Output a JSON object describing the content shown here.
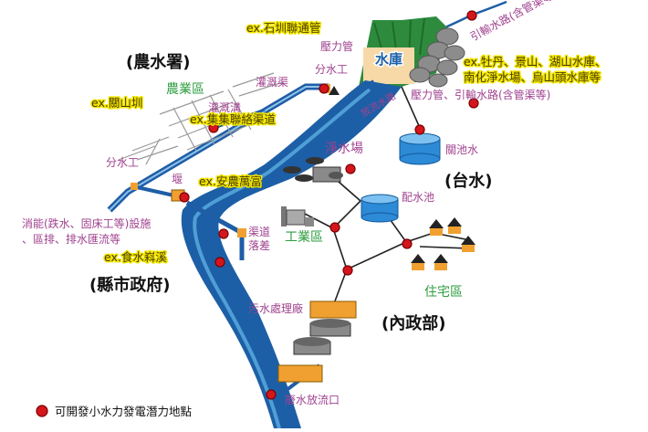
{
  "agencies": {
    "agri": "(農水署)",
    "taiwan_water": "(台水)",
    "county": "(縣市政府)",
    "interior": "(內政部)"
  },
  "zones": {
    "agriculture": "農業區",
    "water_plant": "淨水場",
    "industry": "工業區",
    "residential": "住宅區",
    "reservoir": "水庫"
  },
  "facility_labels": {
    "aqueduct_top": "引輸水路(含管渠等)",
    "pressure_pipe_top": "壓力管",
    "branch_work_top": "分水工",
    "irrigation_canal": "灌溉渠",
    "drainage_ditch": "灌溉溝",
    "discharge_water": "放流水路",
    "pressure_pipe_aqueduct": "壓力管、引輸水路(含管渠等)",
    "sedimentation_tank": "關池水",
    "distribution_tank": "配水池",
    "branch_work_left": "分水工",
    "weir": "堰",
    "channel_drop": "渠道\n落差",
    "energy_dissipation": "消能(跌水、固床工等)設施",
    "drainage": "、區排、排水匯流等",
    "sewage_plant": "污水處理廠",
    "wastewater_outlet": "廢水放流口"
  },
  "examples": {
    "shijun": "ex.石圳聯通管",
    "reservoirs": "ex.牡丹、景山、湖山水庫、",
    "reservoirs_2": "南化淨水場、烏山頭水庫等",
    "guanshan": "ex.關山圳",
    "jiji": "ex.集集聯絡渠道",
    "annong": "ex.安農萬富",
    "shishui": "ex.食水嵙溪"
  },
  "legend": {
    "label": "可開發小水力發電潛力地點",
    "marker_color": "#d4161c"
  },
  "colors": {
    "river": "#1d5fa6",
    "river_light": "#4f9fd6",
    "pipe": "#1f5da6",
    "orange_box": "#f0a030",
    "gray_tank": "#7a7a7a",
    "dot": "#d4161c",
    "mountain": "#2e8b3e"
  }
}
